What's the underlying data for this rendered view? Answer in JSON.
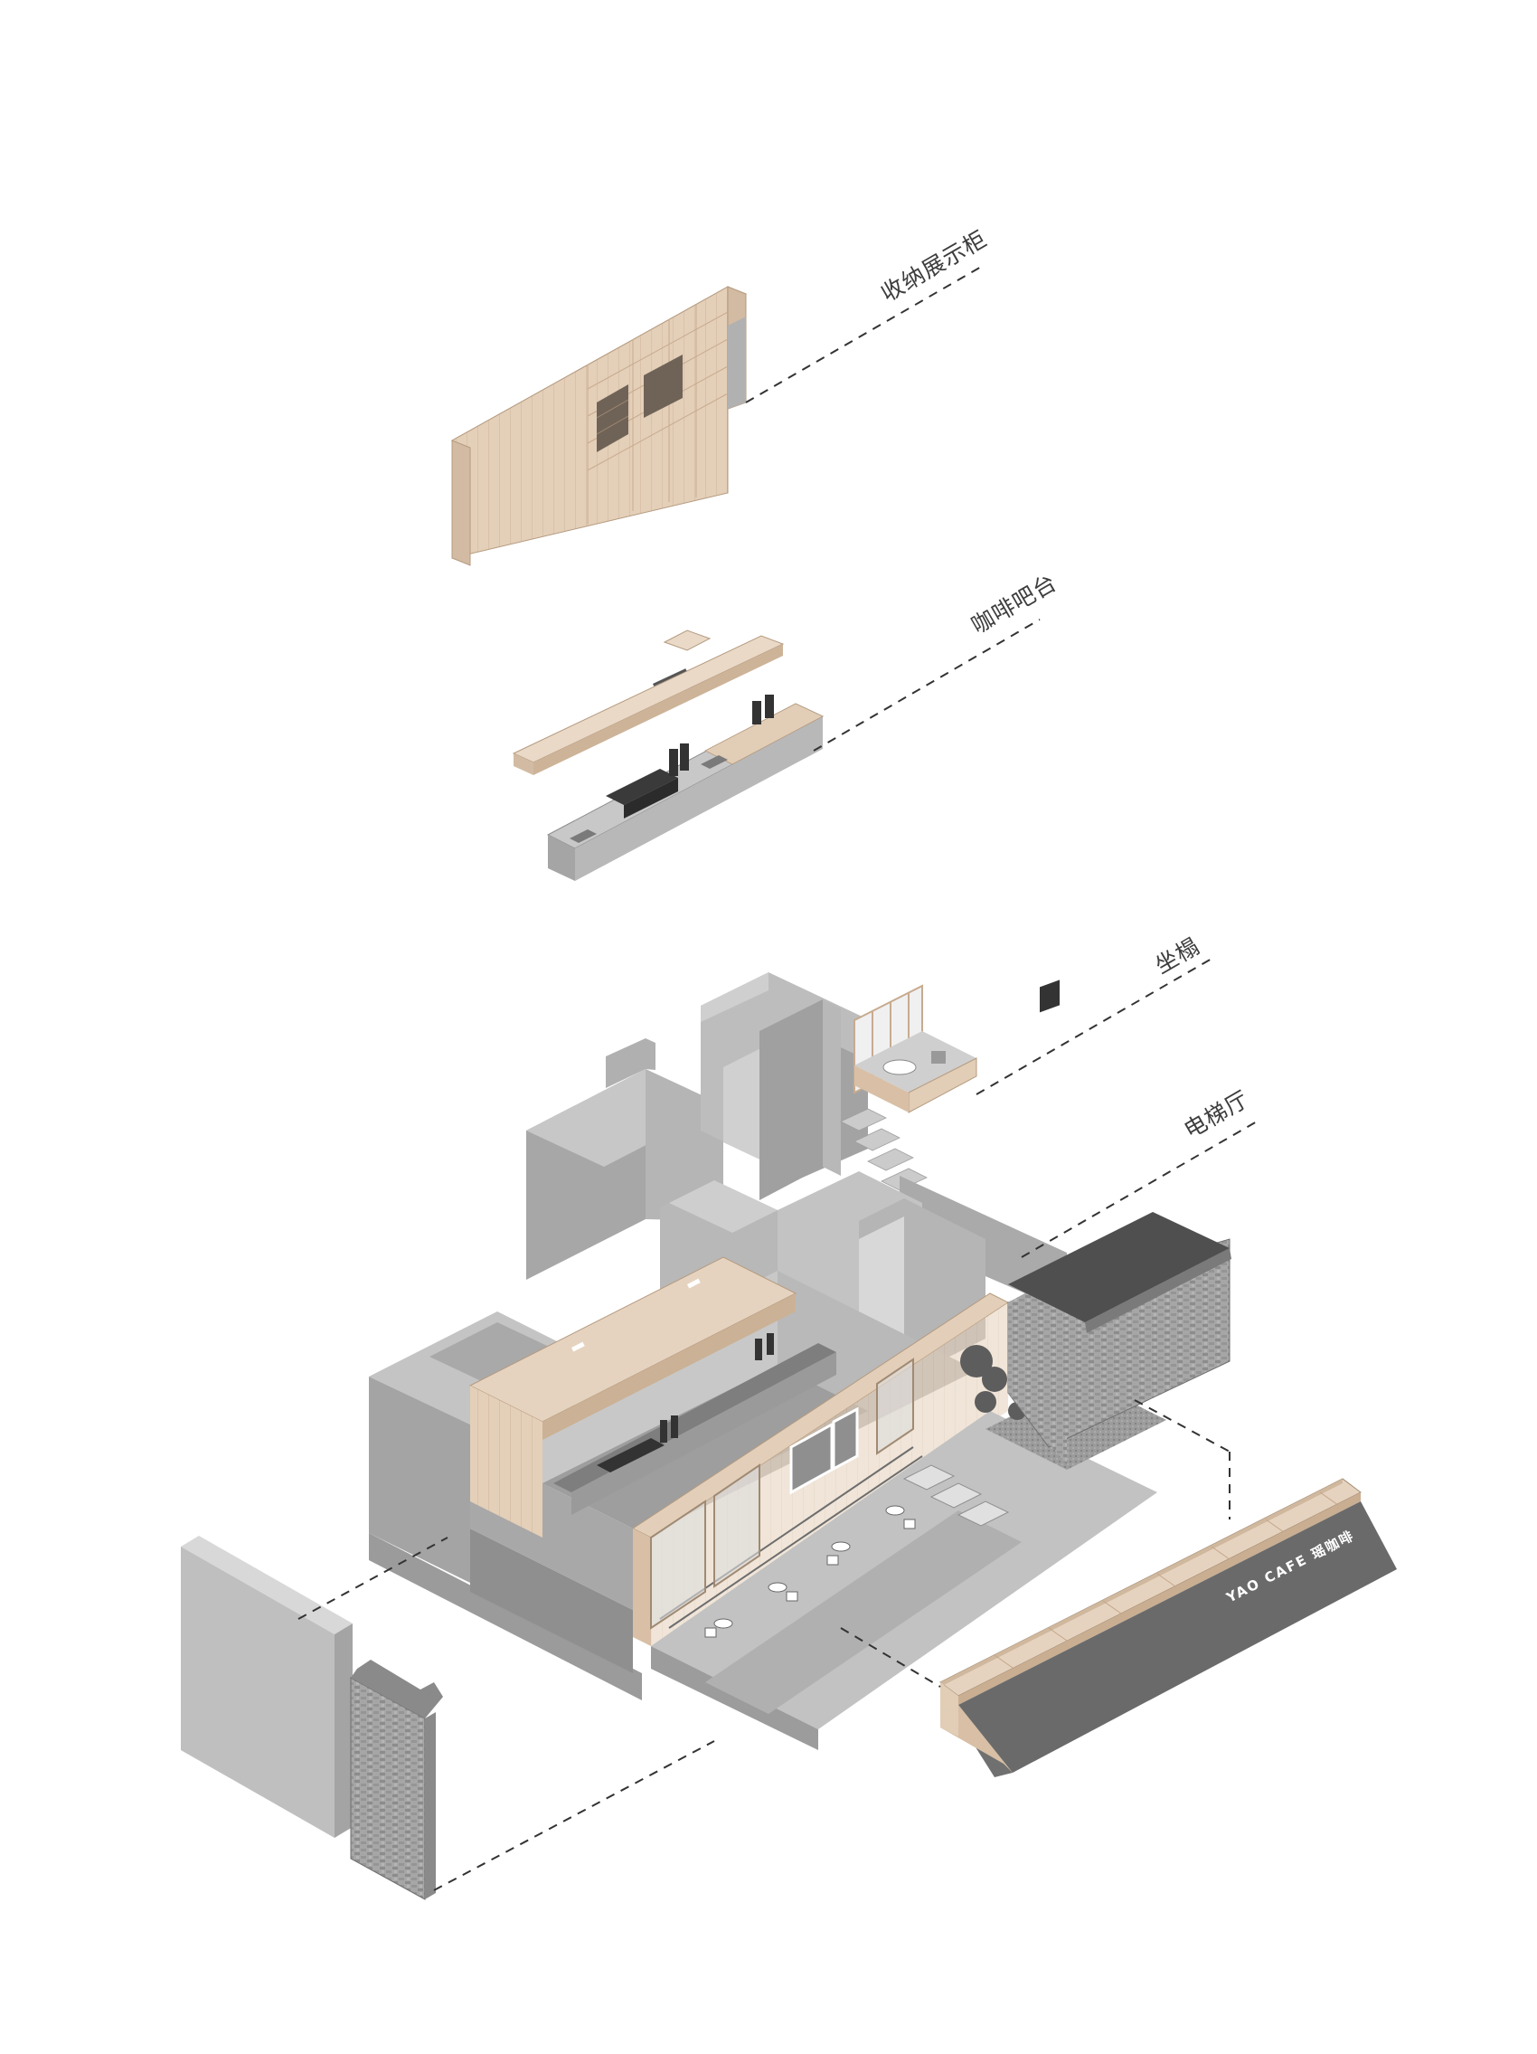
{
  "labels": {
    "storage_display_cabinet": "收纳展示柜",
    "coffee_bar": "咖啡吧台",
    "seating_platform": "坐榻",
    "elevator_hall": "电梯厅"
  },
  "signage": {
    "cafe_name": "YAO CAFE 瑶咖啡"
  },
  "colors": {
    "wood_light": "#e8d5c0",
    "wood_mid": "#d9c1a7",
    "wood_dark": "#c7ab8f",
    "concrete_light": "#c9c9c9",
    "concrete_mid": "#a9a9a9",
    "concrete_dark": "#8e8e8e",
    "roof_tile": "#5e5e5e",
    "brick": "#9e9e9e",
    "leader_line": "#333333"
  }
}
